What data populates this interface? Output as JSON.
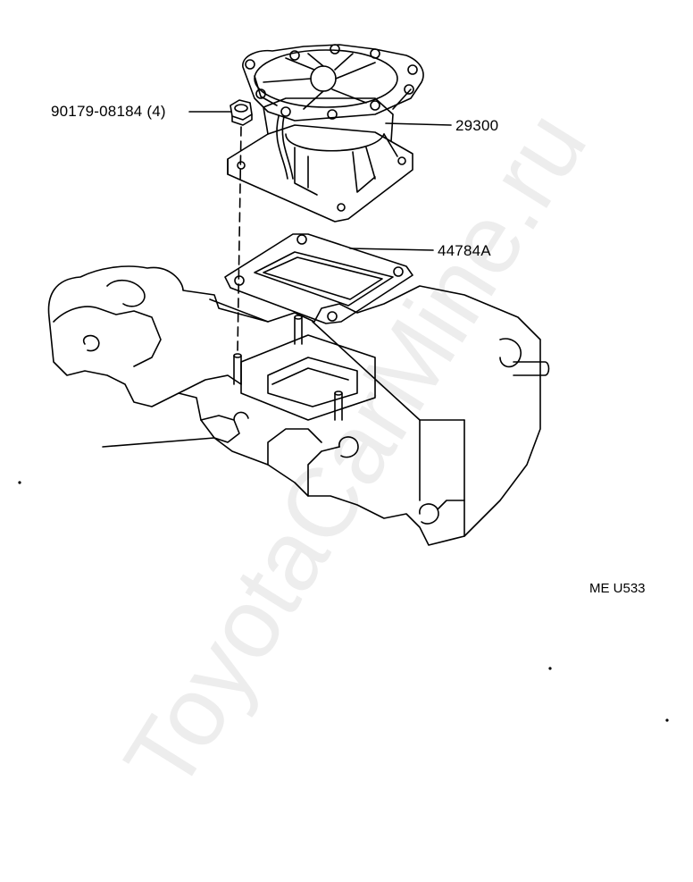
{
  "diagram": {
    "parts": [
      {
        "number": "90179-08184 (4)",
        "name_icon": "nut-icon"
      },
      {
        "number": "29300",
        "name_icon": "vacuum-pump-icon"
      },
      {
        "number": "44784A",
        "name_icon": "gasket-icon"
      }
    ],
    "reference": "ME U533",
    "watermark": "ToyotaCarMine.ru"
  },
  "colors": {
    "ink": "#000000",
    "paper": "#ffffff"
  }
}
